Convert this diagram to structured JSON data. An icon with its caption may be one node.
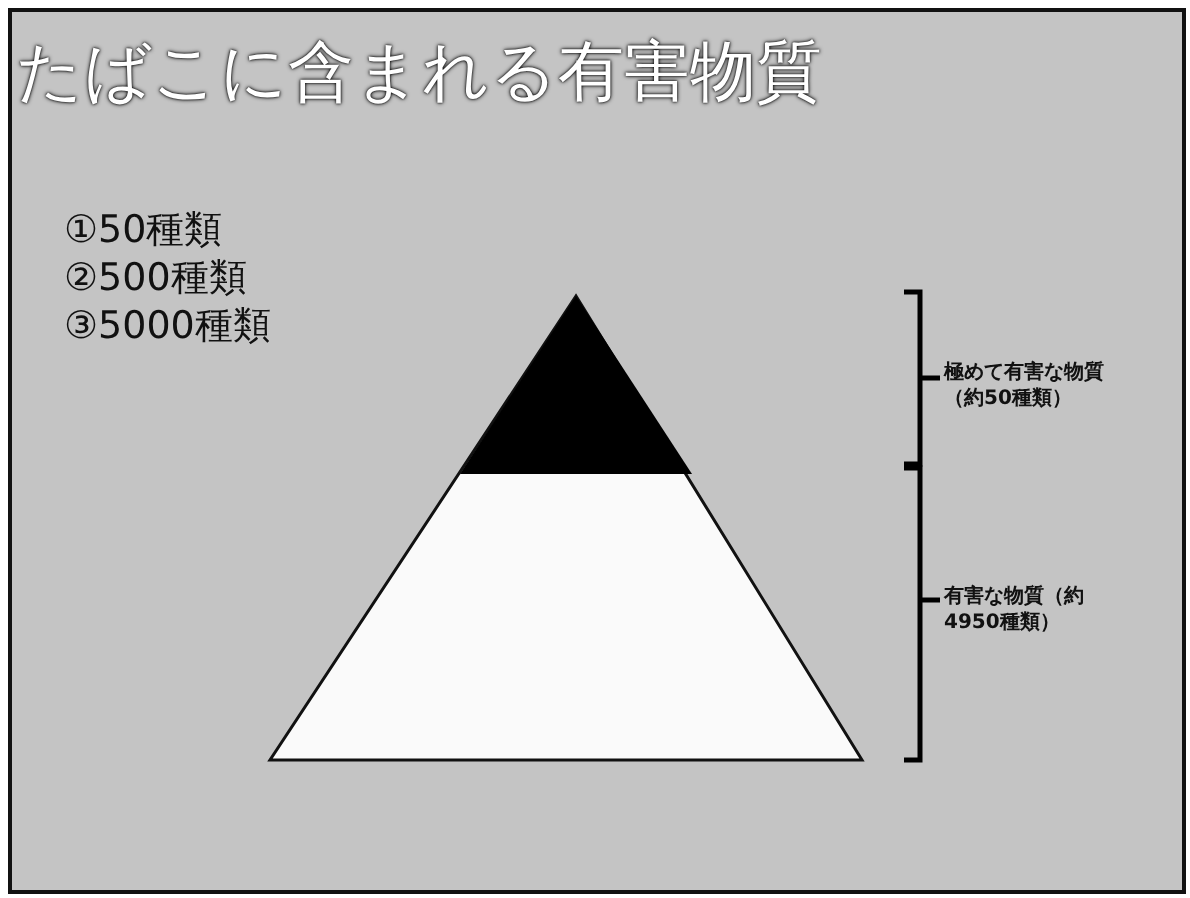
{
  "diagram": {
    "title": "たばこに含まれる有害物質",
    "labels": [
      "①50種類",
      "②500種類",
      "③5000種類",
      "極めて有害な物質（約50種類）",
      "有害な物質（約4950種類）"
    ]
  }
}
